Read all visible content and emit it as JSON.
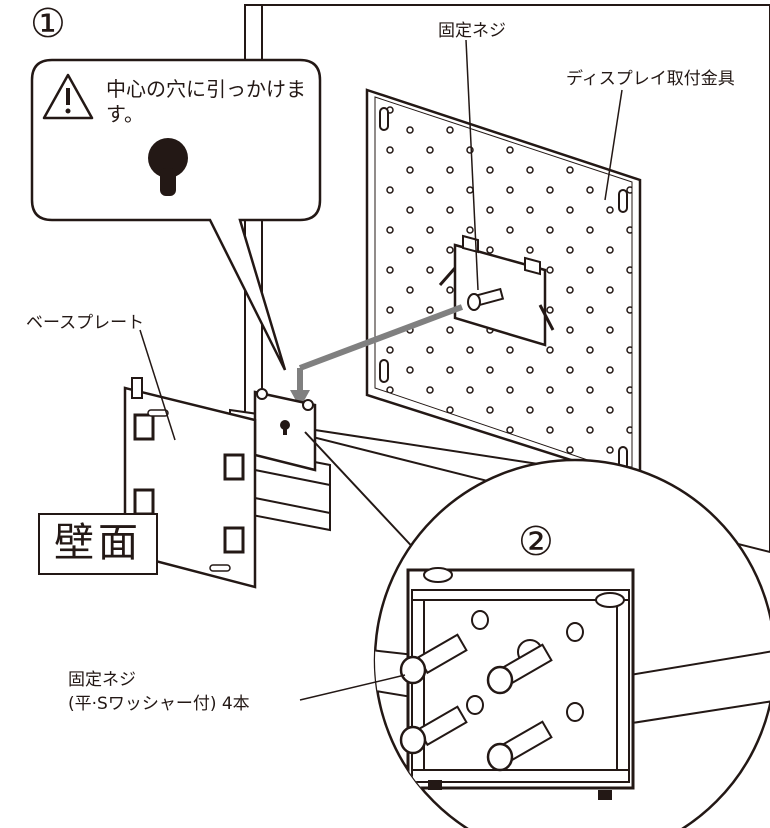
{
  "steps": {
    "step1": "①",
    "step2": "②"
  },
  "callout": {
    "warning_text": "中心の穴に引っかけます。",
    "icon": "warning-triangle-icon"
  },
  "labels": {
    "fixing_screw_top": "固定ネジ",
    "display_mount": "ディスプレイ取付金具",
    "base_plate": "ベースプレート",
    "wall": "壁面",
    "fixing_screw_bottom_line1": "固定ネジ",
    "fixing_screw_bottom_line2": "(平·Sワッシャー付) 4本"
  },
  "colors": {
    "line": "#231815",
    "arrow": "#808080",
    "wall_fill": "#ffffff"
  }
}
